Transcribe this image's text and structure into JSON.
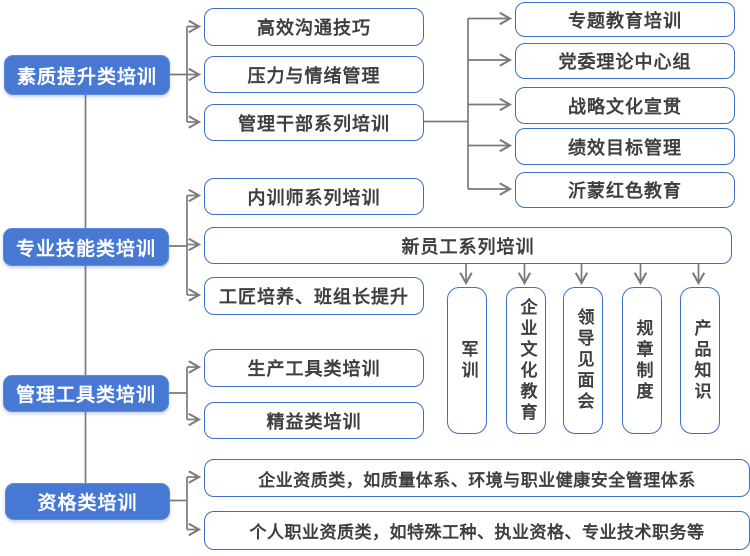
{
  "tree": {
    "categories": [
      {
        "label": "素质提升类培训",
        "children": [
          {
            "label": "高效沟通技巧"
          },
          {
            "label": "压力与情绪管理"
          },
          {
            "label": "管理干部系列培训",
            "children": [
              {
                "label": "专题教育培训"
              },
              {
                "label": "党委理论中心组"
              },
              {
                "label": "战略文化宣贯"
              },
              {
                "label": "绩效目标管理"
              },
              {
                "label": "沂蒙红色教育"
              }
            ]
          }
        ]
      },
      {
        "label": "专业技能类培训",
        "children": [
          {
            "label": "内训师系列培训"
          },
          {
            "label": "新员工系列培训",
            "children": [
              {
                "label": "军训"
              },
              {
                "label": "企业文化教育"
              },
              {
                "label": "领导见面会"
              },
              {
                "label": "规章制度"
              },
              {
                "label": "产品知识"
              }
            ]
          },
          {
            "label": "工匠培养、班组长提升"
          }
        ]
      },
      {
        "label": "管理工具类培训",
        "children": [
          {
            "label": "生产工具类培训"
          },
          {
            "label": "精益类培训"
          }
        ]
      },
      {
        "label": "资格类培训",
        "children": [
          {
            "label": "企业资质类，如质量体系、环境与职业健康安全管理体系"
          },
          {
            "label": "个人职业资质类，如特殊工种、执业资格、专业技术职务等"
          }
        ]
      }
    ]
  },
  "colors": {
    "category_fill": "#4678D4",
    "node_border": "#3D6FC7",
    "node_text": "#3F3F3F",
    "category_text": "#FFFFFF",
    "connector": "#7A7A7A"
  }
}
